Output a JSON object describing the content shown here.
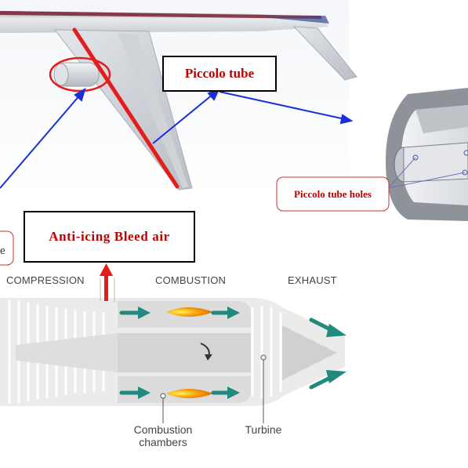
{
  "callouts": {
    "piccolo_tube": "Piccolo tube",
    "piccolo_tube_holes": "Piccolo tube holes",
    "anti_icing_bleed_air": "Anti-icing Bleed air",
    "cut_off_label": "e"
  },
  "engine": {
    "sections": {
      "compression": "COMPRESSION",
      "combustion": "COMBUSTION",
      "exhaust": "EXHAUST"
    },
    "labels": {
      "combustion_chambers_line1": "Combustion",
      "combustion_chambers_line2": "chambers",
      "turbine": "Turbine"
    }
  },
  "colors": {
    "callout_text": "#c00000",
    "highlight_red": "#e41c1c",
    "arrow_blue": "#1a2fd6",
    "flow_teal": "#1f8a7d",
    "flame_orange": "#f5a00a",
    "engine_gray": "#d9d9d9"
  }
}
